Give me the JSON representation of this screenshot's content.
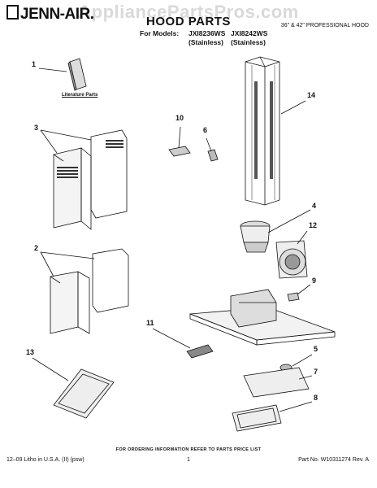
{
  "watermark": "AppliancePartsPros.com",
  "header": {
    "brand": "JENN-AIR.",
    "title": "HOOD PARTS",
    "product": "36\" & 42\" PROFESSIONAL HOOD",
    "models_prefix": "For Models:",
    "model_1": "JXI8236WS",
    "model_2": "JXI8242WS",
    "finish_1": "(Stainless)",
    "finish_2": "(Stainless)"
  },
  "parts": {
    "literature_label": "Literature Parts",
    "callouts": [
      "1",
      "2",
      "3",
      "4",
      "5",
      "6",
      "7",
      "8",
      "9",
      "10",
      "11",
      "12",
      "13",
      "14"
    ]
  },
  "footer": {
    "ordering_note": "FOR ORDERING INFORMATION REFER TO PARTS PRICE LIST",
    "litho": "12–09 Litho in U.S.A. (II) (psw)",
    "page": "1",
    "part_no": "Part No. W10311274 Rev. A"
  }
}
